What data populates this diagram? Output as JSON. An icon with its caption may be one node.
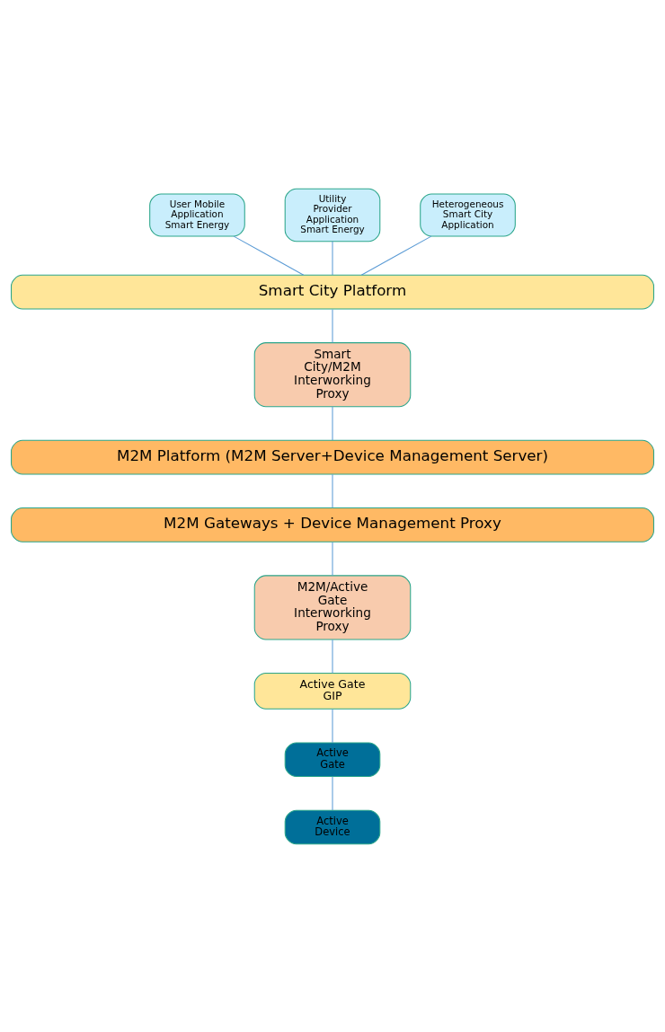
{
  "diagram": {
    "nodes": [
      {
        "text": [
          "User Mobile Application Smart Energy"
        ]
      },
      {
        "text": [
          "Utility Provider Application Smart Energy"
        ]
      },
      {
        "text": [
          "Heterogeneous Smart City Application"
        ]
      },
      {
        "text": [
          "Smart City Platform"
        ]
      },
      {
        "text": [
          "Smart City/M2M Interworking Proxy"
        ]
      },
      {
        "text": [
          "M2M Platform (M2M Server+Device Management Server)"
        ]
      },
      {
        "text": [
          "M2M Gateways + Device Management Proxy"
        ]
      },
      {
        "text": [
          "M2M/Active Gate Interworking Proxy"
        ]
      },
      {
        "text": [
          "Active Gate GIP"
        ]
      },
      {
        "text": [
          "Active Gate"
        ]
      },
      {
        "text": [
          "Active Device"
        ]
      }
    ],
    "edges": [
      {
        "from": 0,
        "to": 3,
        "arrow": "none"
      },
      {
        "from": 1,
        "to": 3,
        "arrow": "none"
      },
      {
        "from": 2,
        "to": 3,
        "arrow": "none"
      },
      {
        "from": 3,
        "to": 4,
        "arrow": "none"
      },
      {
        "from": 4,
        "to": 5,
        "arrow": "none"
      },
      {
        "from": 5,
        "to": 6,
        "arrow": "none"
      },
      {
        "from": 6,
        "to": 7,
        "arrow": "none"
      },
      {
        "from": 7,
        "to": 8,
        "arrow": "none"
      },
      {
        "from": 8,
        "to": 9,
        "arrow": "none"
      },
      {
        "from": 9,
        "to": 10,
        "arrow": "none"
      }
    ]
  }
}
